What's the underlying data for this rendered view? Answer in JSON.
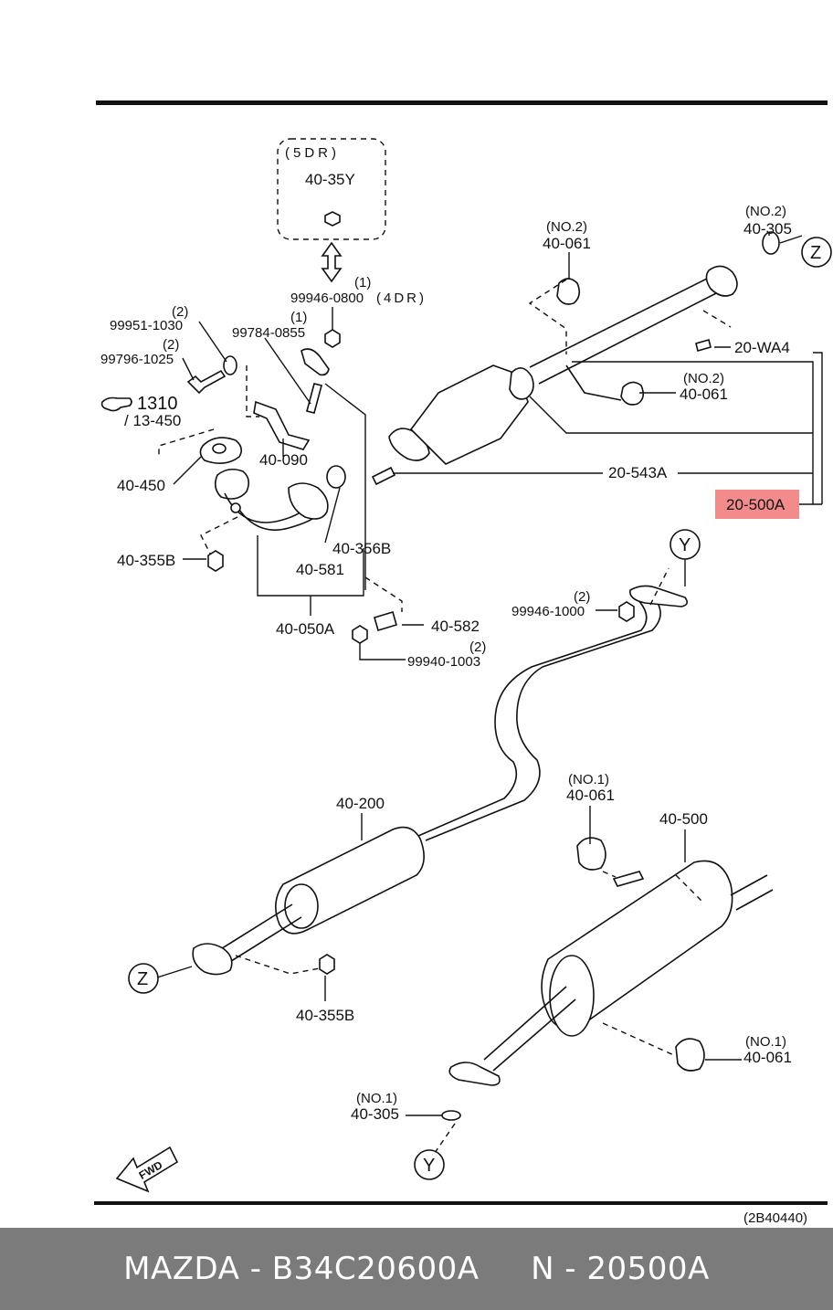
{
  "diagram": {
    "labels": {
      "variant_5dr": "(5DR)",
      "p40_35Y": "40-35Y",
      "q1a": "(1)",
      "p99946_0800": "99946-0800",
      "variant_4dr": "(4DR)",
      "q2a": "(2)",
      "p99951_1030": "99951-1030",
      "q2b": "(2)",
      "p99796_1025": "99796-1025",
      "q1b": "(1)",
      "p99784_0855": "99784-0855",
      "ref1310": "1310",
      "ref13_450": "/ 13-450",
      "p40_090": "40-090",
      "p40_450": "40-450",
      "p40_355B_top": "40-355B",
      "p40_356B": "40-356B",
      "p40_581": "40-581",
      "p40_050A": "40-050A",
      "p40_582": "40-582",
      "q2c": "(2)",
      "p99940_1003": "99940-1003",
      "no2a": "(NO.2)",
      "p40_061_a": "40-061",
      "no2b": "(NO.2)",
      "p40_305_top": "40-305",
      "z_top": "Z",
      "p20_WA4": "20-WA4",
      "no2c": "(NO.2)",
      "p40_061_b": "40-061",
      "p20_543A": "20-543A",
      "p20_500A": "20-500A",
      "y_top": "Y",
      "q2d": "(2)",
      "p99946_1000": "99946-1000",
      "p40_200": "40-200",
      "no1a": "(NO.1)",
      "p40_061_c": "40-061",
      "p40_500": "40-500",
      "z_bottom": "Z",
      "p40_355B_bottom": "40-355B",
      "no1b": "(NO.1)",
      "p40_061_d": "40-061",
      "no1c": "(NO.1)",
      "p40_305_bottom": "40-305",
      "y_bottom": "Y",
      "fwd": "FWD",
      "diagram_code": "(2B40440)"
    },
    "highlight_color": "#f28b8b"
  },
  "footer": {
    "brand": "MAZDA",
    "part_number": "B34C20600A",
    "ref_number": "N - 20500A",
    "text": "MAZDA - B34C20600A     N - 20500A"
  }
}
